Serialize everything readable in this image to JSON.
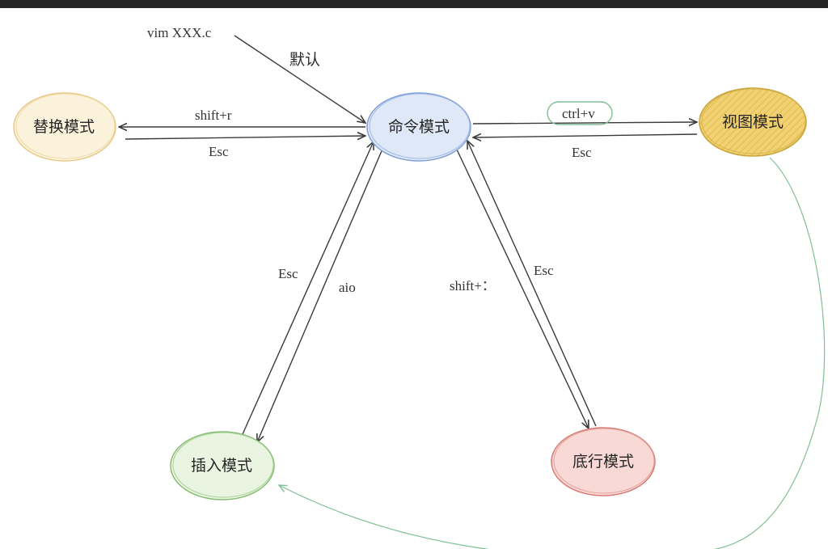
{
  "nodes": {
    "command": {
      "label": "命令模式",
      "fill": "#dfe8f7",
      "stroke": "#7f9ed8"
    },
    "replace": {
      "label": "替换模式",
      "fill": "#fbf2dc",
      "stroke": "#e8c987"
    },
    "visual": {
      "label": "视图模式",
      "fill": "#f1d173",
      "stroke": "#caa53a"
    },
    "insert": {
      "label": "插入模式",
      "fill": "#e9f4e1",
      "stroke": "#86bd73"
    },
    "bottom": {
      "label": "底行模式",
      "fill": "#f8d9d6",
      "stroke": "#d87a74"
    }
  },
  "edges": {
    "start_cmd": "vim  XXX.c",
    "start_default": "默认",
    "to_replace": "shift+r",
    "replace_back": "Esc",
    "to_visual": "ctrl+v",
    "visual_back": "Esc",
    "insert_back": "Esc",
    "to_insert": "aio",
    "to_bottom": "shift+：",
    "bottom_back": "Esc"
  }
}
